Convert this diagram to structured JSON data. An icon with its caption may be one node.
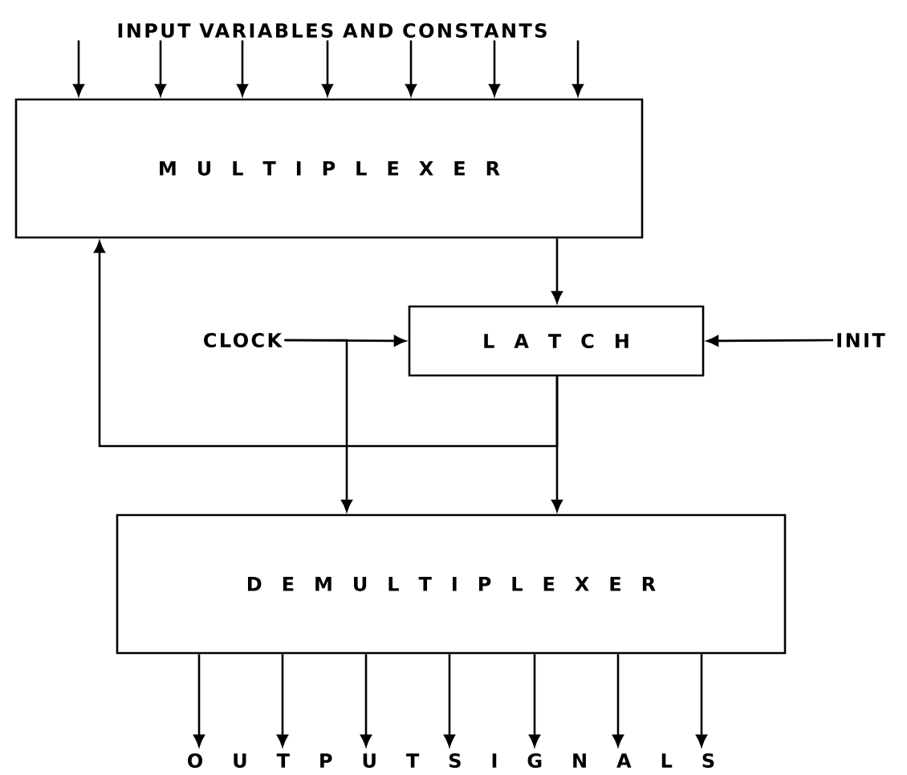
{
  "diagram": {
    "nodes": [
      {
        "text": [
          "INPUT VARIABLES AND CONSTANTS"
        ]
      },
      {
        "text": [
          "M U L T I P L E X E R"
        ]
      },
      {
        "text": [
          "L A T C H"
        ]
      },
      {
        "text": [
          "CLOCK"
        ]
      },
      {
        "text": [
          "INIT"
        ]
      },
      {
        "text": [
          "D E M U L T I P L E X E R"
        ]
      },
      {
        "text": [
          "O U T P U T S I G N A L S"
        ]
      }
    ],
    "edges": [
      {
        "from": 0,
        "to": 1,
        "arrow": "to"
      },
      {
        "from": 0,
        "to": 1,
        "arrow": "to"
      },
      {
        "from": 0,
        "to": 1,
        "arrow": "to"
      },
      {
        "from": 0,
        "to": 1,
        "arrow": "to"
      },
      {
        "from": 0,
        "to": 1,
        "arrow": "to"
      },
      {
        "from": 0,
        "to": 1,
        "arrow": "to"
      },
      {
        "from": 0,
        "to": 1,
        "arrow": "to"
      },
      {
        "from": 1,
        "to": 2,
        "arrow": "to"
      },
      {
        "from": 3,
        "to": 2,
        "arrow": "to"
      },
      {
        "from": 4,
        "to": 2,
        "arrow": "to"
      },
      {
        "from": 3,
        "to": 5,
        "arrow": "to"
      },
      {
        "from": 2,
        "to": 5,
        "arrow": "to"
      },
      {
        "from": 2,
        "to": 1,
        "arrow": "to"
      },
      {
        "from": 5,
        "to": 6,
        "arrow": "to"
      },
      {
        "from": 5,
        "to": 6,
        "arrow": "to"
      },
      {
        "from": 5,
        "to": 6,
        "arrow": "to"
      },
      {
        "from": 5,
        "to": 6,
        "arrow": "to"
      },
      {
        "from": 5,
        "to": 6,
        "arrow": "to"
      },
      {
        "from": 5,
        "to": 6,
        "arrow": "to"
      },
      {
        "from": 5,
        "to": 6,
        "arrow": "to"
      }
    ]
  }
}
